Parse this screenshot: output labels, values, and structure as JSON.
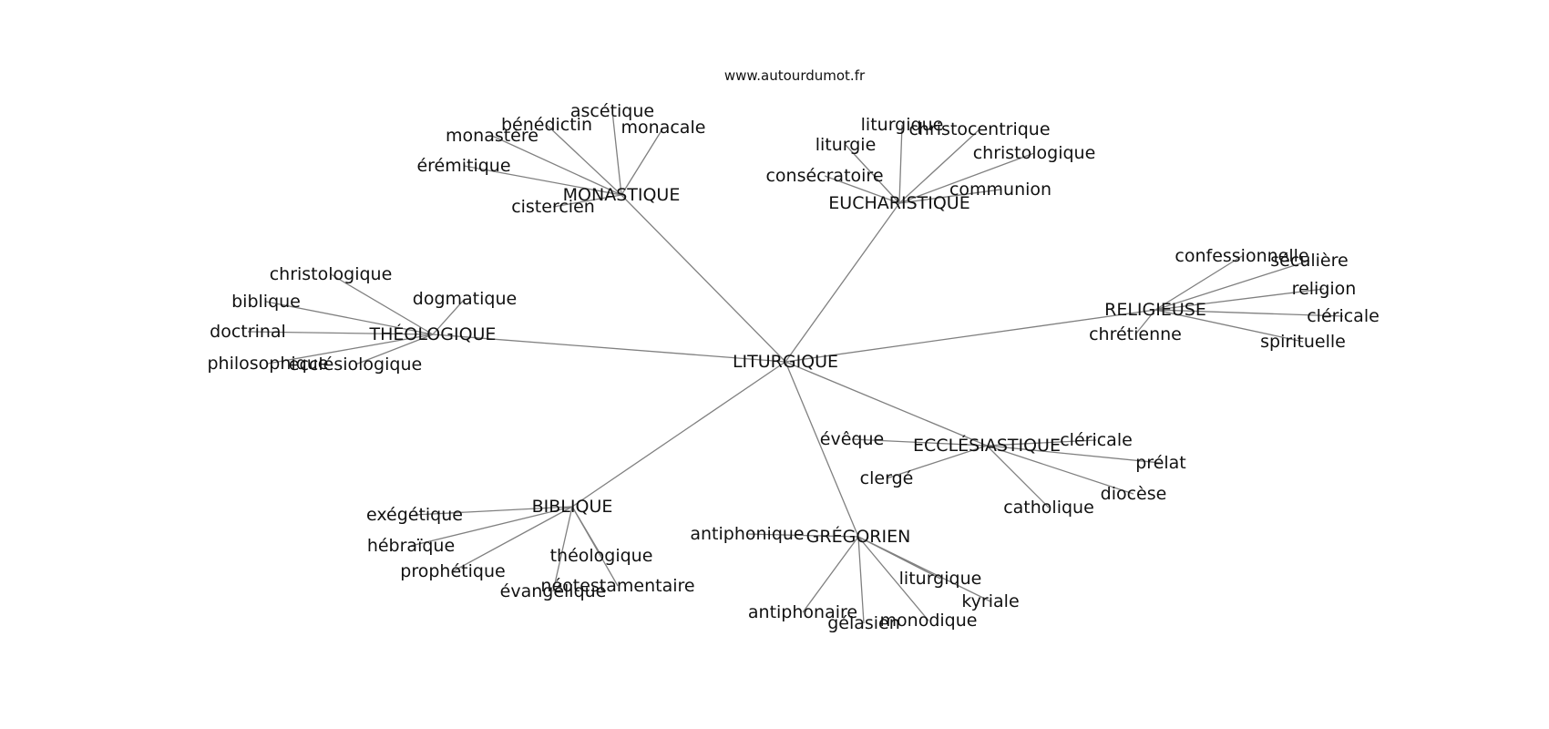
{
  "source": "www.autourdumot.fr",
  "graph": {
    "center": "LITURGIQUE",
    "hubs": [
      {
        "word": "MONASTIQUE",
        "words": [
          "bénédictin",
          "ascétique",
          "monacale",
          "monastère",
          "érémitique",
          "cistercien"
        ]
      },
      {
        "word": "EUCHARISTIQUE",
        "words": [
          "liturgique",
          "liturgie",
          "christocentrique",
          "christologique",
          "consécratoire",
          "communion"
        ]
      },
      {
        "word": "THÉOLOGIQUE",
        "words": [
          "christologique",
          "biblique",
          "dogmatique",
          "doctrinal",
          "philosophique",
          "ecclésiologique"
        ]
      },
      {
        "word": "RELIGIEUSE",
        "words": [
          "confessionnelle",
          "séculière",
          "religion",
          "cléricale",
          "chrétienne",
          "spirituelle"
        ]
      },
      {
        "word": "ECCLÉSIASTIQUE",
        "words": [
          "évêque",
          "cléricale",
          "prélat",
          "clergé",
          "diocèse",
          "catholique"
        ]
      },
      {
        "word": "BIBLIQUE",
        "words": [
          "exégétique",
          "hébraïque",
          "prophétique",
          "théologique",
          "néotestamentaire",
          "évangélique"
        ]
      },
      {
        "word": "GRÉGORIEN",
        "words": [
          "antiphonique",
          "liturgique",
          "kyriale",
          "antiphonaire",
          "gélasien",
          "monodique"
        ]
      }
    ]
  }
}
